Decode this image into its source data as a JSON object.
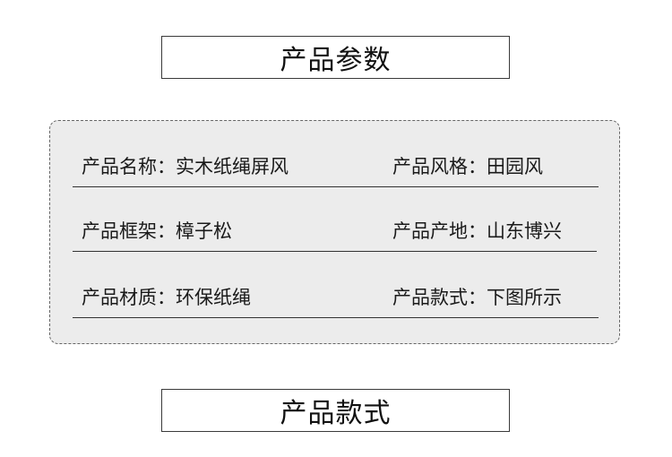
{
  "sections": {
    "params_title": "产品参数",
    "style_title": "产品款式"
  },
  "params": [
    {
      "left": "产品名称：实木纸绳屏风",
      "right": "产品风格：田园风"
    },
    {
      "left": "产品框架：樟子松",
      "right": "产品产地：山东博兴"
    },
    {
      "left": "产品材质：环保纸绳",
      "right": "产品款式：下图所示"
    }
  ]
}
